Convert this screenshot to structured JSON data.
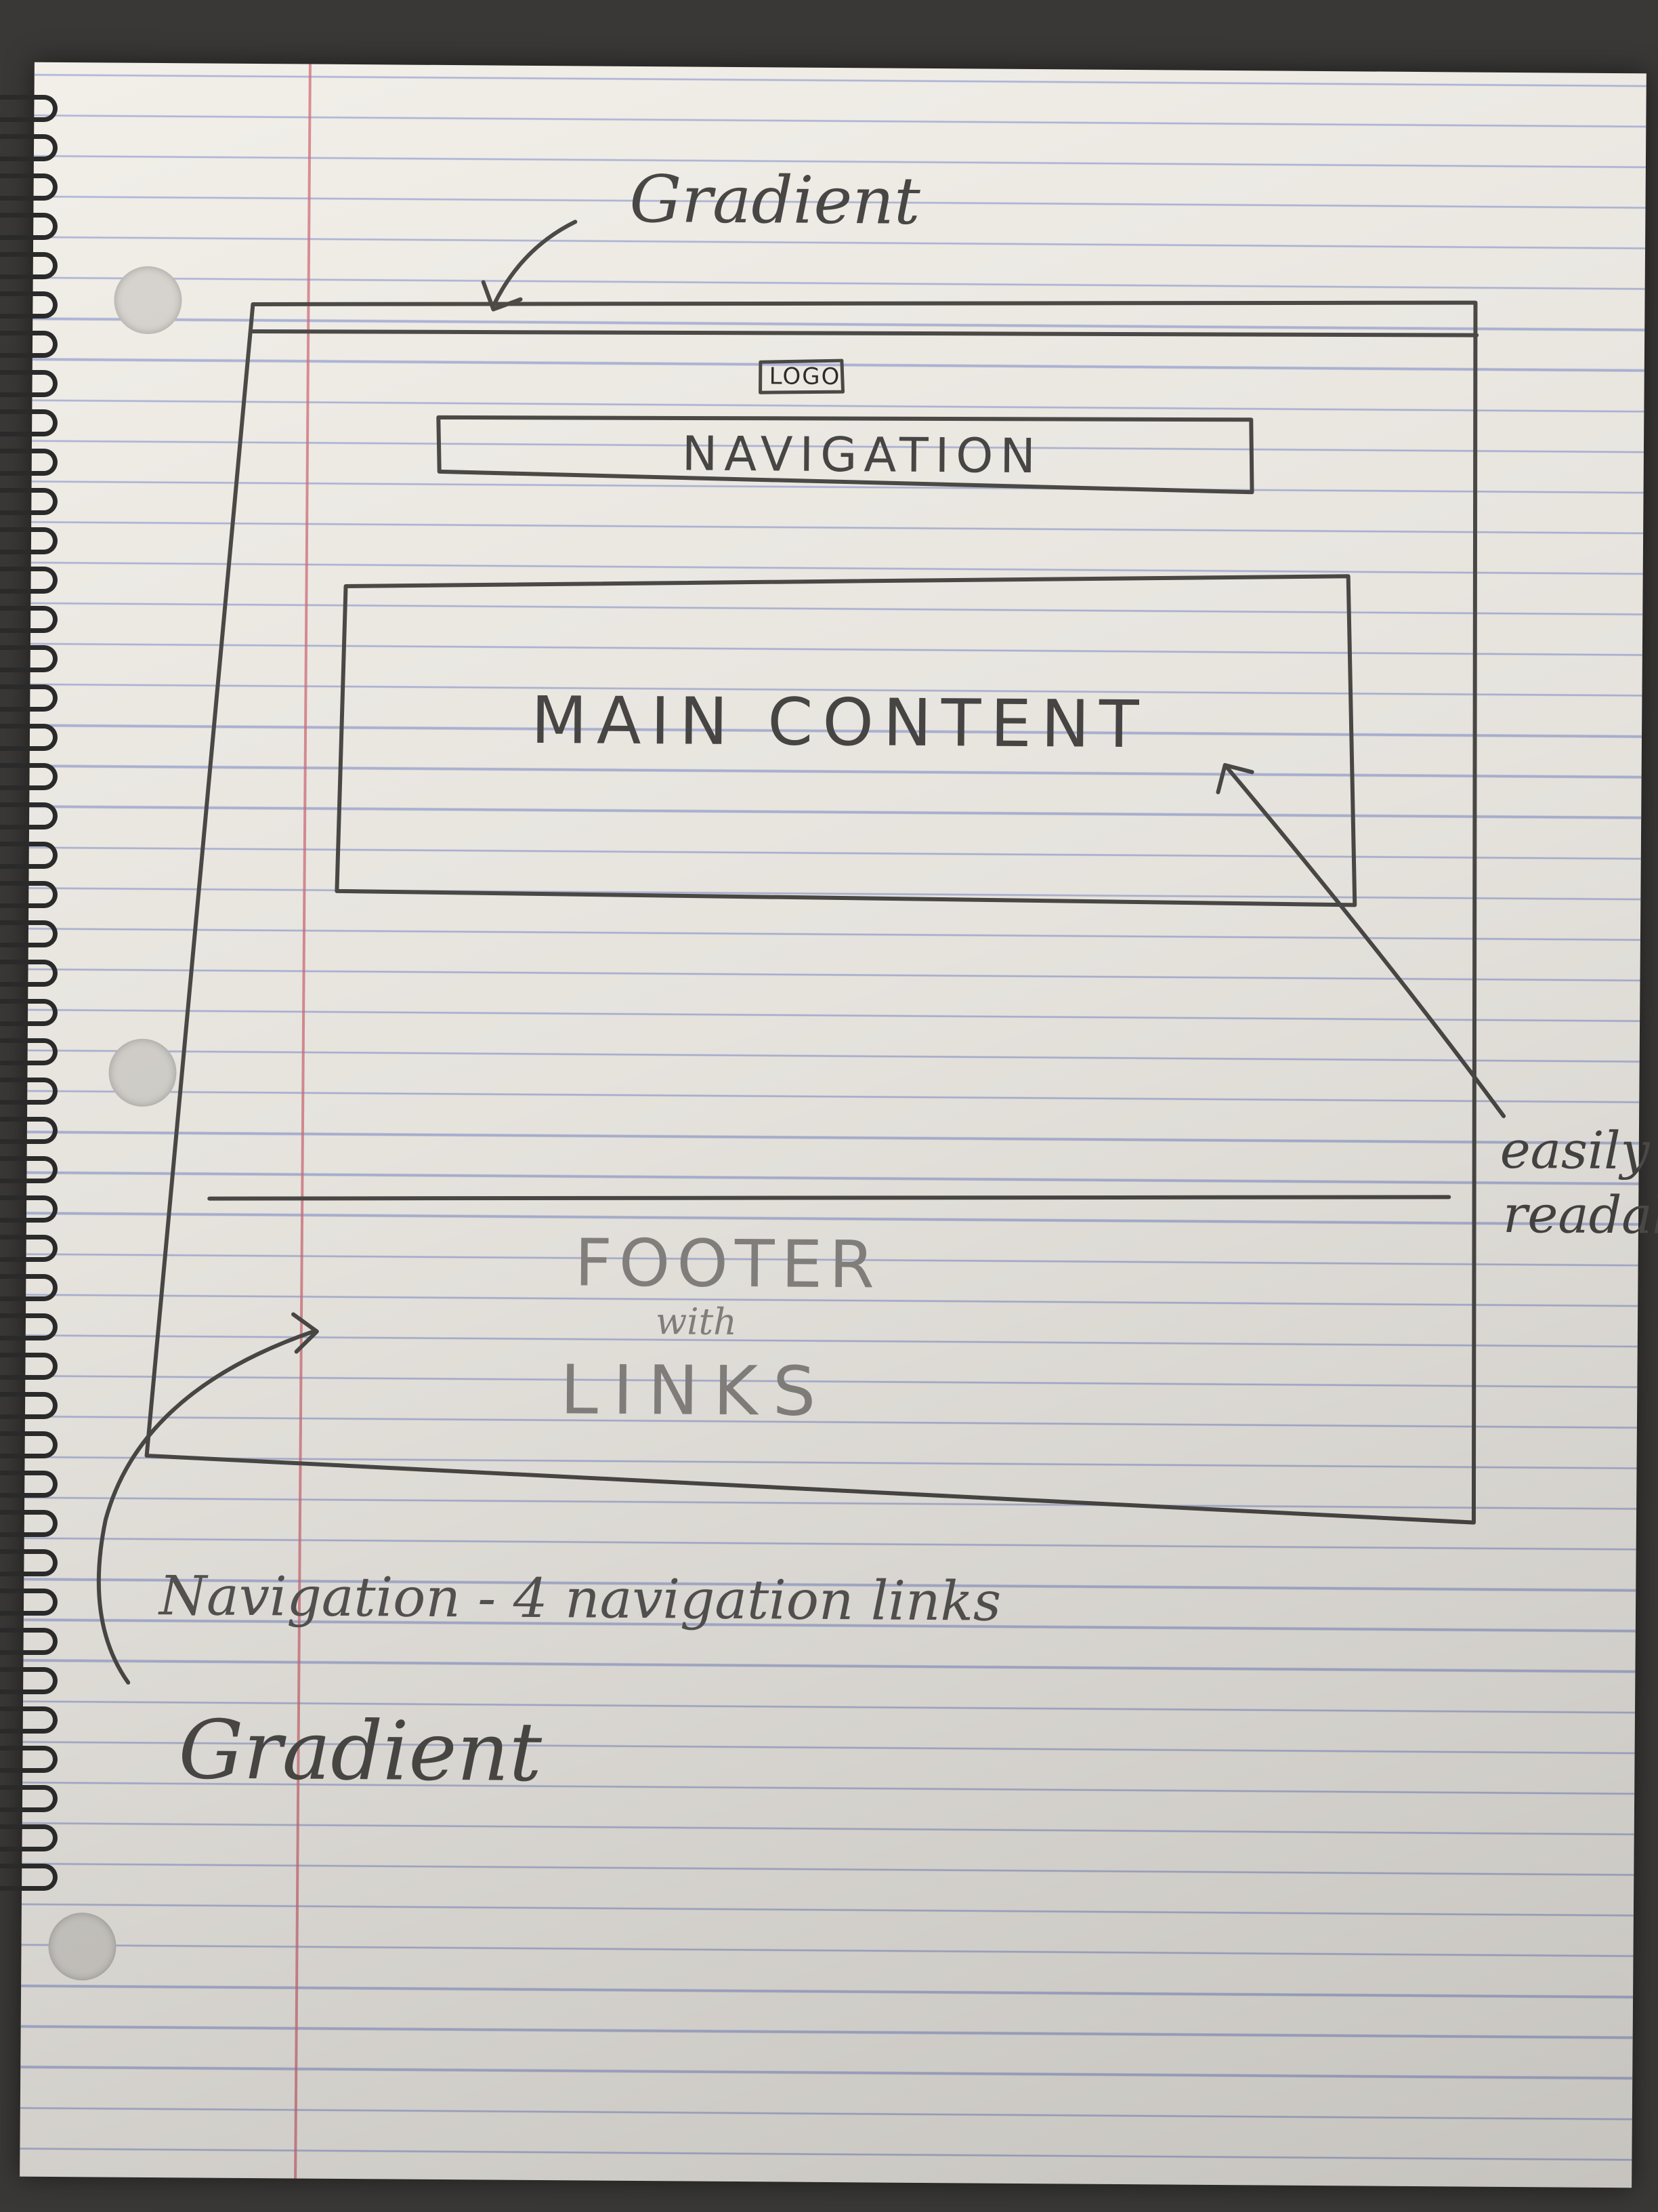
{
  "sketch": {
    "header_note": "Gradient",
    "logo": "LOGO",
    "navigation": "NAVIGATION",
    "main_content": "MAIN CONTENT",
    "side_note_line1": "easily",
    "side_note_line2": "readab",
    "footer_line1": "FOOTER",
    "footer_line2": "with",
    "footer_line3": "LINKS",
    "navigation_note": "Navigation - 4 navigation links",
    "footer_note": "Gradient"
  }
}
